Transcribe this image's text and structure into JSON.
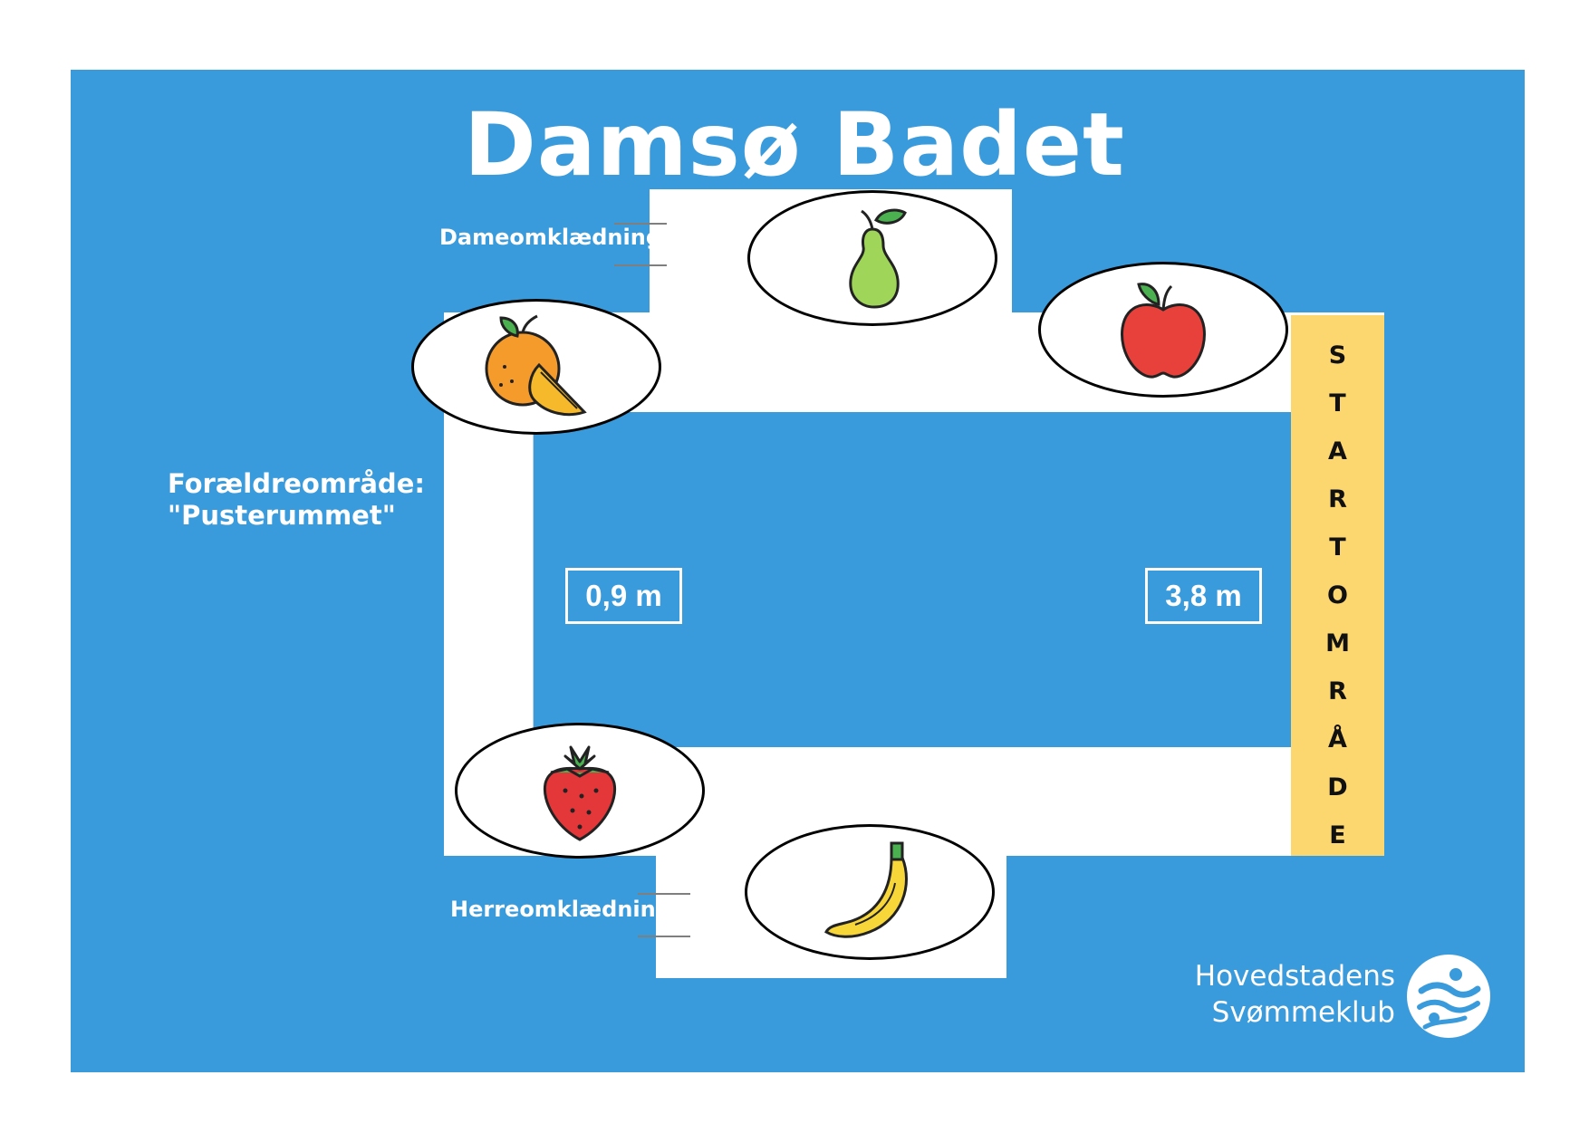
{
  "title": "Damsø Badet",
  "labels": {
    "dame": "Dameomklædning",
    "herre": "Herreomklædning",
    "parents_line1": "Forældreområde:",
    "parents_line2": "\"Pusterummet\""
  },
  "depths": {
    "shallow": "0,9 m",
    "deep": "3,8 m"
  },
  "start_zone_letters": [
    "S",
    "T",
    "A",
    "R",
    "T",
    "O",
    "M",
    "R",
    "Å",
    "D",
    "E"
  ],
  "logo": {
    "line1": "Hovedstadens",
    "line2": "Svømmeklub"
  },
  "fruits": [
    "pear-icon",
    "apple-icon",
    "orange-icon",
    "strawberry-icon",
    "banana-icon"
  ],
  "colors": {
    "background": "#3a9bdc",
    "walkway": "#ffffff",
    "start_zone": "#fcd66f",
    "text": "#ffffff"
  }
}
